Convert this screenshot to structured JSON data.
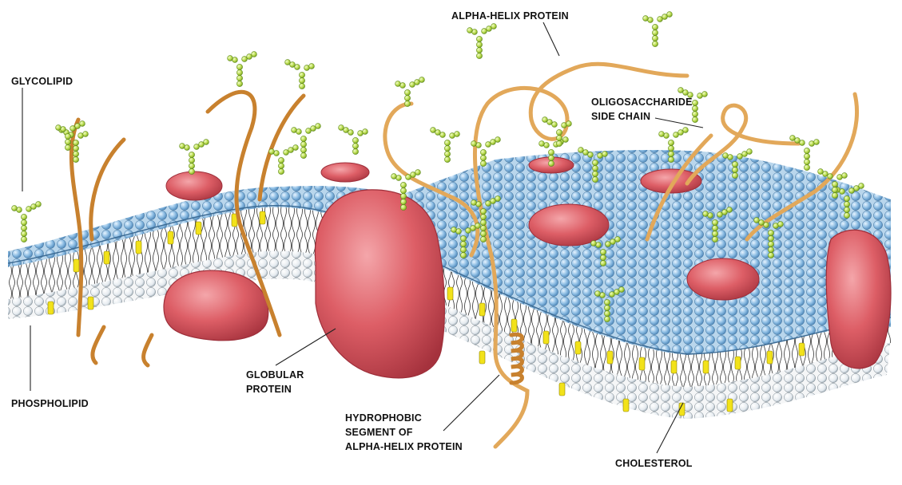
{
  "labels": {
    "glycolipid": "GLYCOLIPID",
    "phospholipid": "PHOSPHOLIPID",
    "alpha_helix_protein": "ALPHA-HELIX PROTEIN",
    "oligosaccharide_line1": "OLIGOSACCHARIDE",
    "oligosaccharide_line2": "SIDE CHAIN",
    "globular_line1": "GLOBULAR",
    "globular_line2": "PROTEIN",
    "hydrophobic_line1": "HYDROPHOBIC",
    "hydrophobic_line2": "SEGMENT OF",
    "hydrophobic_line3": "ALPHA-HELIX PROTEIN",
    "cholesterol": "CHOLESTEROL"
  },
  "colors": {
    "head_outer": "#7fb2dc",
    "head_inner": "#e8eef3",
    "protein": "#d9575f",
    "sugar": "#b7d84a",
    "cholesterol": "#f2e21a",
    "chain": "#c8812e"
  }
}
